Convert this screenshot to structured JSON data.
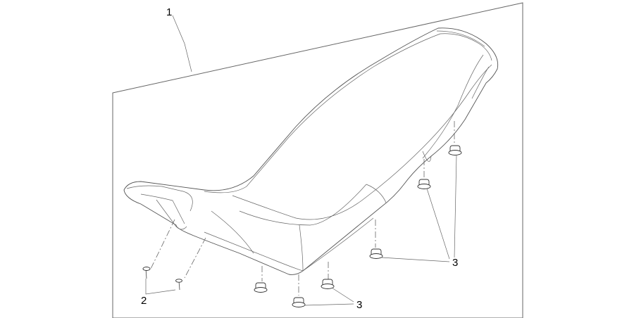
{
  "callouts": {
    "seat_assembly": "1",
    "screws": "2",
    "rubber_buffers_right": "3",
    "rubber_buffers_bottom": "3"
  }
}
